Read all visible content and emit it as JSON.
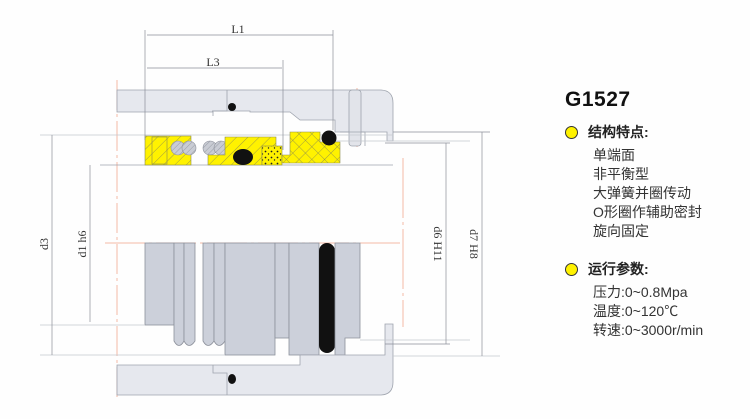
{
  "model": "G1527",
  "features": {
    "heading": "结构特点:",
    "items": [
      "单端面",
      "非平衡型",
      "大弹簧并圈传动",
      "O形圈作辅助密封",
      "旋向固定"
    ]
  },
  "parameters": {
    "heading": "运行参数:",
    "items": [
      "压力:0~0.8Mpa",
      "温度:0~120℃",
      "转速:0~3000r/min"
    ]
  },
  "dimensions": {
    "L1": "L1",
    "L3": "L3",
    "d3": "d3",
    "d1": "d1 h6",
    "d6": "d6 H11",
    "d7": "d7 H8"
  },
  "colors": {
    "housing": "#e6e8ee",
    "parts": "#ccd0da",
    "seal_face": "#fff200",
    "oring": "#111111",
    "bullet": "#fff200"
  }
}
